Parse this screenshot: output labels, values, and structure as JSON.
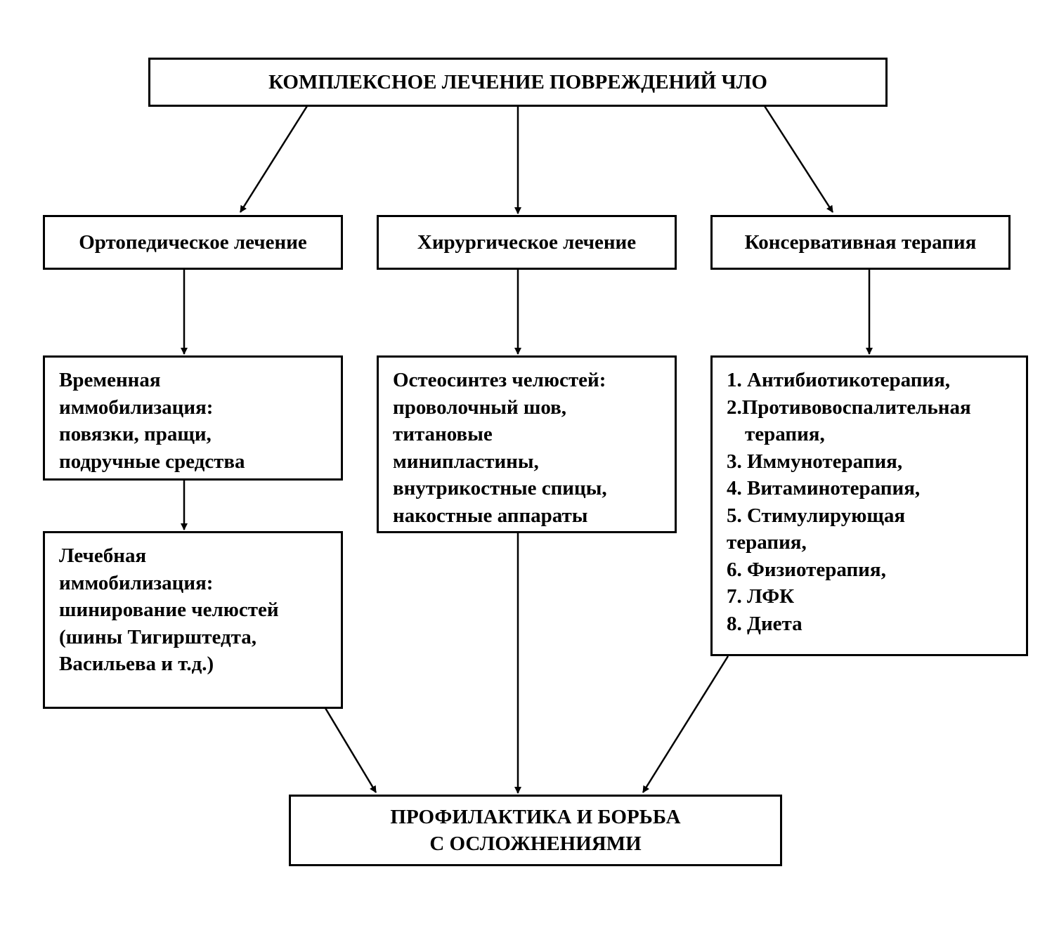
{
  "title": "КОМПЛЕКСНОЕ ЛЕЧЕНИЕ ПОВРЕЖДЕНИЙ ЧЛО",
  "branches": {
    "orthopedic": {
      "heading": "Ортопедическое лечение",
      "temporary": [
        "Временная",
        "иммобилизация:",
        "повязки, пращи,",
        "подручные средства"
      ],
      "therapeutic": [
        "Лечебная",
        "иммобилизация:",
        "шинирование челюстей",
        "(шины Тигирштедта,",
        "Васильева и т.д.)"
      ]
    },
    "surgical": {
      "heading": "Хирургическое лечение",
      "osteosynthesis": [
        "Остеосинтез челюстей:",
        "проволочный шов,",
        "титановые",
        "минипластины,",
        "внутрикостные спицы,",
        "накостные аппараты"
      ]
    },
    "conservative": {
      "heading": "Консервативная терапия",
      "items": [
        "1. Антибиотикотерапия,",
        "2.Противовоспалительная",
        "терапия,",
        "3. Иммунотерапия,",
        "4. Витаминотерапия,",
        "5. Стимулирующая",
        "терапия,",
        "6. Физиотерапия,",
        "7. ЛФК",
        "8. Диета"
      ]
    }
  },
  "outcome": [
    "ПРОФИЛАКТИКА И БОРЬБА",
    "С ОСЛОЖНЕНИЯМИ"
  ]
}
